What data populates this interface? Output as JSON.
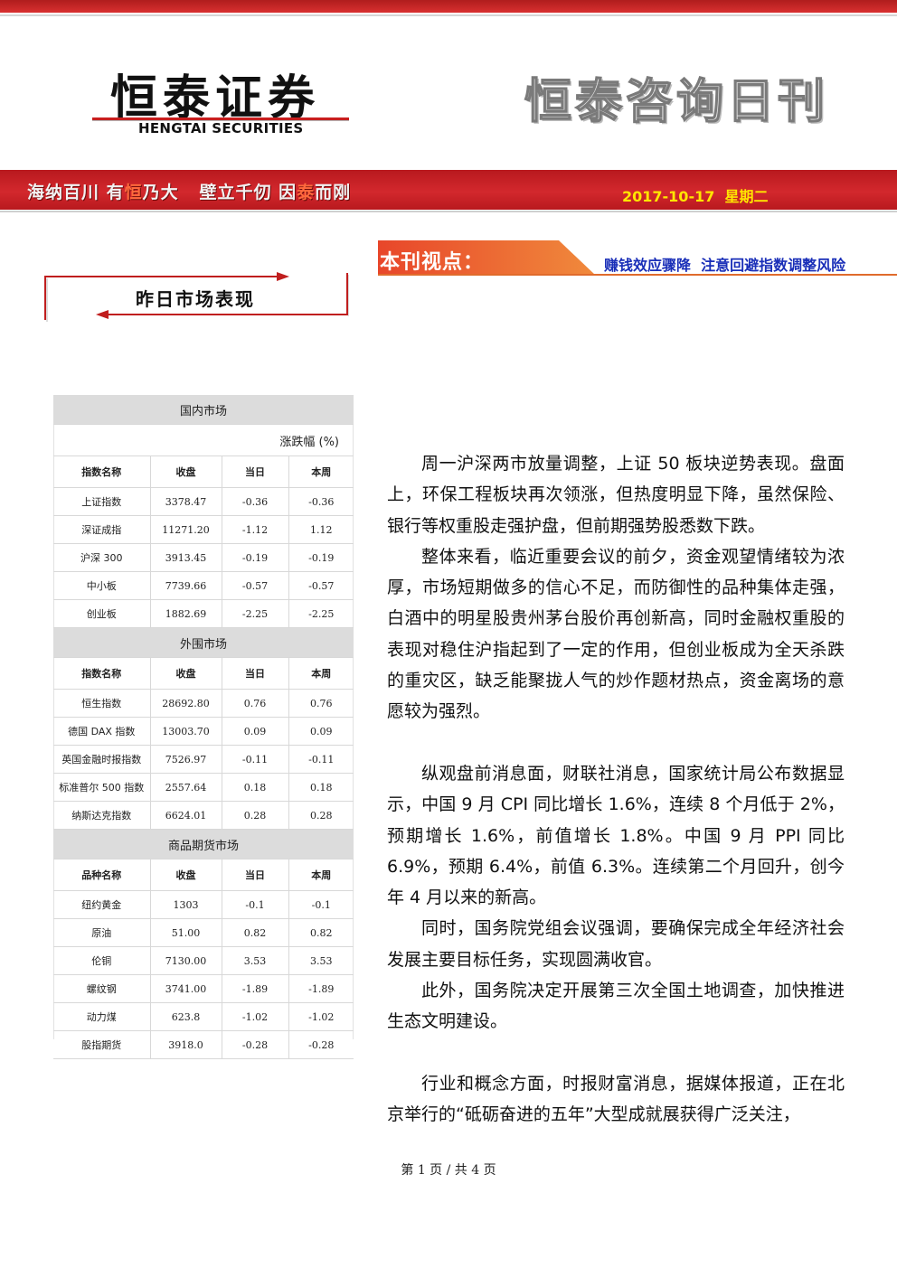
{
  "header": {
    "logo_cn": "恒泰证券",
    "logo_en": "HENGTAI SECURITIES",
    "publication": "恒泰咨询日刊",
    "slogan": {
      "part1": "海纳百川 有",
      "part2": "恒",
      "part3": "乃大   壁立千仞 因",
      "part4": "泰",
      "part5": "而刚"
    },
    "date": "2017-10-17  星期二"
  },
  "viewpoint": {
    "label": "本刊视点：",
    "headline": "赚钱效应骤降  注意回避指数调整风险"
  },
  "section_title": "昨日市场表现",
  "market_table": {
    "domestic": {
      "title": "国内市场",
      "unit": "涨跌幅 (%)",
      "headers": [
        "指数名称",
        "收盘",
        "当日",
        "本周"
      ],
      "rows": [
        [
          "上证指数",
          "3378.47",
          "-0.36",
          "-0.36"
        ],
        [
          "深证成指",
          "11271.20",
          "-1.12",
          "1.12"
        ],
        [
          "沪深 300",
          "3913.45",
          "-0.19",
          "-0.19"
        ],
        [
          "中小板",
          "7739.66",
          "-0.57",
          "-0.57"
        ],
        [
          "创业板",
          "1882.69",
          "-2.25",
          "-2.25"
        ]
      ]
    },
    "overseas": {
      "title": "外围市场",
      "headers": [
        "指数名称",
        "收盘",
        "当日",
        "本周"
      ],
      "rows": [
        [
          "恒生指数",
          "28692.80",
          "0.76",
          "0.76"
        ],
        [
          "德国 DAX 指数",
          "13003.70",
          "0.09",
          "0.09"
        ],
        [
          "英国金融时报指数",
          "7526.97",
          "-0.11",
          "-0.11"
        ],
        [
          "标准普尔 500 指数",
          "2557.64",
          "0.18",
          "0.18"
        ],
        [
          "纳斯达克指数",
          "6624.01",
          "0.28",
          "0.28"
        ]
      ]
    },
    "futures": {
      "title": "商品期货市场",
      "headers": [
        "品种名称",
        "收盘",
        "当日",
        "本周"
      ],
      "rows": [
        [
          "纽约黄金",
          "1303",
          "-0.1",
          "-0.1"
        ],
        [
          "原油",
          "51.00",
          "0.82",
          "0.82"
        ],
        [
          "伦铜",
          "7130.00",
          "3.53",
          "3.53"
        ],
        [
          "螺纹钢",
          "3741.00",
          "-1.89",
          "-1.89"
        ],
        [
          "动力煤",
          "623.8",
          "-1.02",
          "-1.02"
        ],
        [
          "股指期货",
          "3918.0",
          "-0.28",
          "-0.28"
        ]
      ]
    }
  },
  "body": {
    "p1": "周一沪深两市放量调整，上证 50 板块逆势表现。盘面上，环保工程板块再次领涨，但热度明显下降，虽然保险、银行等权重股走强护盘，但前期强势股悉数下跌。",
    "p2": "整体来看，临近重要会议的前夕，资金观望情绪较为浓厚，市场短期做多的信心不足，而防御性的品种集体走强，白酒中的明星股贵州茅台股价再创新高，同时金融权重股的表现对稳住沪指起到了一定的作用，但创业板成为全天杀跌的重灾区，缺乏能聚拢人气的炒作题材热点，资金离场的意愿较为强烈。",
    "p3": "纵观盘前消息面，财联社消息，国家统计局公布数据显示，中国 9 月 CPI 同比增长 1.6%，连续 8 个月低于 2%，预期增长 1.6%，前值增长 1.8%。中国 9 月 PPI 同比 6.9%，预期 6.4%，前值 6.3%。连续第二个月回升，创今年 4 月以来的新高。",
    "p4": "同时，国务院党组会议强调，要确保完成全年经济社会发展主要目标任务，实现圆满收官。",
    "p5": "此外，国务院决定开展第三次全国土地调查，加快推进生态文明建设。",
    "p6": "行业和概念方面，时报财富消息，据媒体报道，正在北京举行的“砥砺奋进的五年”大型成就展获得广泛关注，"
  },
  "footer": "第 1 页 / 共 4 页"
}
